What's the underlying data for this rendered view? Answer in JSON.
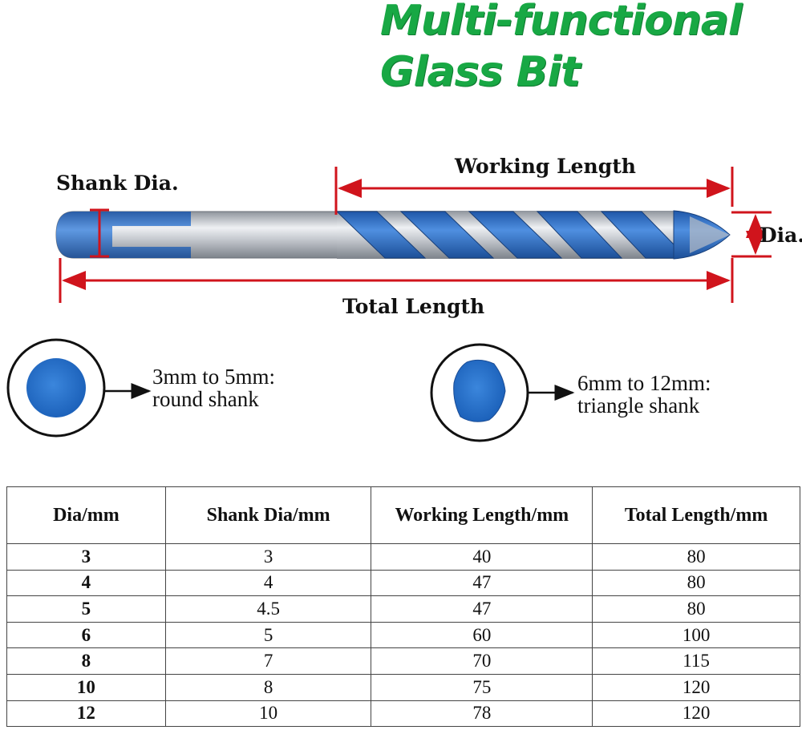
{
  "title": {
    "line1": "Multi-functional",
    "line2": "Glass Bit"
  },
  "diagram": {
    "shank_label": "Shank Dia.",
    "working_label": "Working Length",
    "dia_label": "Dia.",
    "total_label": "Total Length"
  },
  "shanks": {
    "round": {
      "line1": "3mm to 5mm:",
      "line2": "round shank"
    },
    "triangle": {
      "line1": "6mm to 12mm:",
      "line2": "triangle shank"
    }
  },
  "table": {
    "headers": [
      "Dia/mm",
      "Shank Dia/mm",
      "Working Length/mm",
      "Total Length/mm"
    ],
    "rows": [
      [
        "3",
        "3",
        "40",
        "80"
      ],
      [
        "4",
        "4",
        "47",
        "80"
      ],
      [
        "5",
        "4.5",
        "47",
        "80"
      ],
      [
        "6",
        "5",
        "60",
        "100"
      ],
      [
        "8",
        "7",
        "70",
        "115"
      ],
      [
        "10",
        "8",
        "75",
        "120"
      ],
      [
        "12",
        "10",
        "78",
        "120"
      ]
    ]
  },
  "colors": {
    "title": "#18a844",
    "dimension": "#d0141c",
    "bit_blue": "#2f6fc8",
    "steel": "#c8ccd2"
  }
}
